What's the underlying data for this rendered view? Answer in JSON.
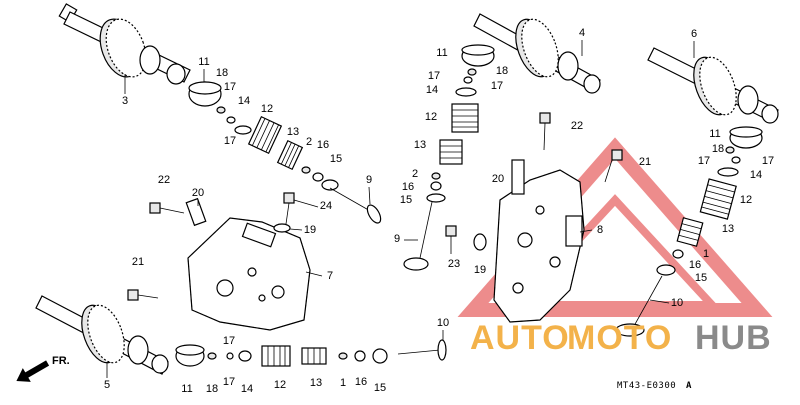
{
  "labels": {
    "l3": "3",
    "l11a": "11",
    "l18a": "18",
    "l17a": "17",
    "l14a": "14",
    "l17b": "17",
    "l12a": "12",
    "l13a": "13",
    "l2a": "2",
    "l16a": "16",
    "l15a": "15",
    "l9a": "9",
    "l22a": "22",
    "l20a": "20",
    "l24": "24",
    "l19a": "19",
    "l7": "7",
    "l21a": "21",
    "l5": "5",
    "l11b": "11",
    "l18b": "18",
    "l17c": "17",
    "l17d": "17",
    "l14b": "14",
    "l4": "4",
    "l12b": "12",
    "l13b": "13",
    "l22b": "22",
    "l2b": "2",
    "l16b": "16",
    "l15b": "15",
    "l20b": "20",
    "l9b": "9",
    "l23": "23",
    "l19b": "19",
    "l8": "8",
    "l21b": "21",
    "l6": "6",
    "l11c": "11",
    "l18c": "18",
    "l17e": "17",
    "l17f": "17",
    "l14c": "14",
    "l12c": "12",
    "l13c": "13",
    "l1a": "1",
    "l16c": "16",
    "l15c": "15",
    "l10a": "10",
    "l10b": "10",
    "bot11": "11",
    "bot18": "18",
    "bot17t": "17",
    "bot17b": "17",
    "bot14": "14",
    "bot12": "12",
    "bot13": "13",
    "bot1": "1",
    "bot16": "16",
    "bot15": "15"
  },
  "front_marker": "FR.",
  "diagram_code": "MT43-E0300",
  "diagram_code_suffix": "A",
  "watermark": {
    "part1": "AUTO",
    "part2": "MOTO",
    "part3": "HUB",
    "accent": "#f3b24a",
    "gray": "#8a8a8a",
    "logo_red": "#e03030"
  }
}
